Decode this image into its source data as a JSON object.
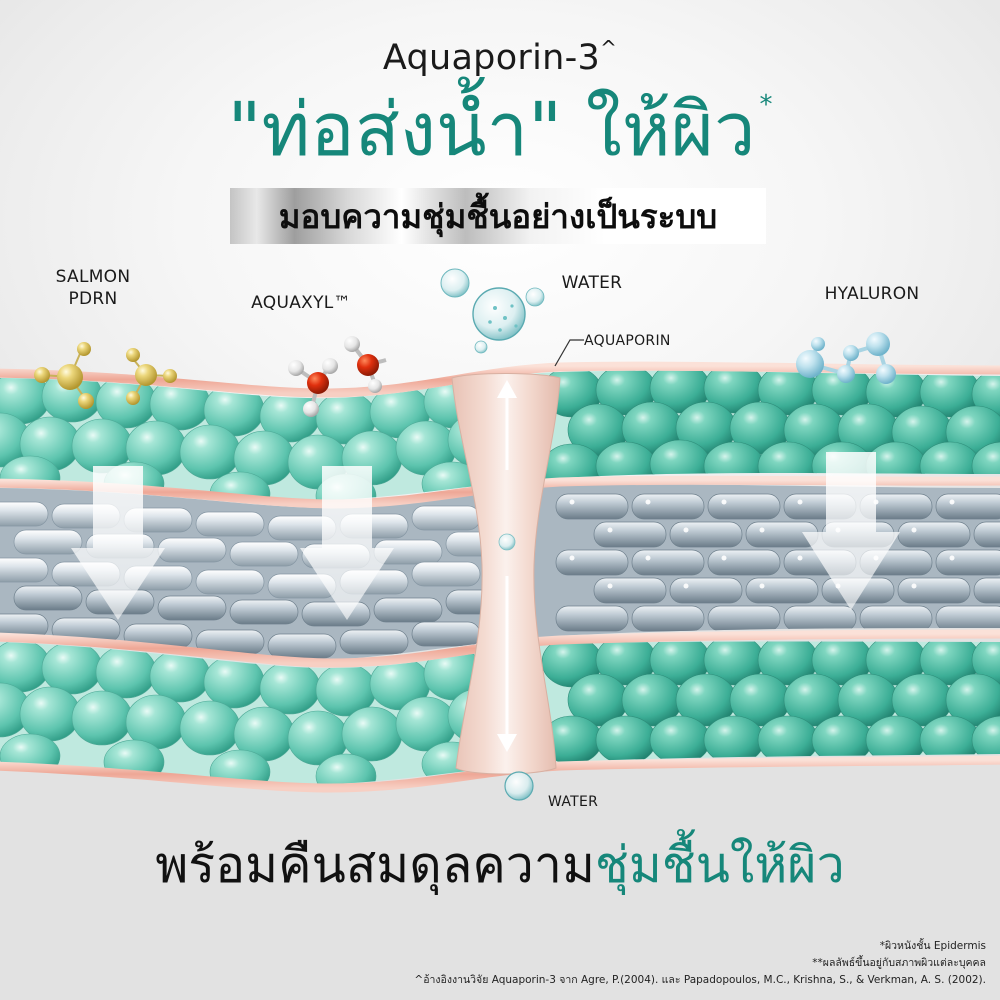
{
  "header": {
    "kicker": "Aquaporin-3",
    "kicker_mark": "^",
    "headline": "\"ท่อส่งน้ำ\" ให้ผิว",
    "headline_mark": "*",
    "banner": "มอบความชุ่มชื้นอย่างเป็นระบบ"
  },
  "labels": {
    "salmon_line1": "SALMON",
    "salmon_line2": "PDRN",
    "aquaxyl": "AQUAXYL™",
    "water_top": "WATER",
    "aquaporin": "AQUAPORIN",
    "hyaluron": "HYALURON",
    "water_bottom": "WATER"
  },
  "illustration": {
    "layers": [
      "stratum-top-teal-cells",
      "stratum-middle-grey-cells",
      "stratum-bottom-teal-cells"
    ],
    "colors": {
      "teal_cell": "#7fd3c0",
      "teal_cell_dark": "#3fae98",
      "grey_cell": "#c9d3dc",
      "membrane": "#f2b5a6",
      "aquaporin": "#f1d3c8",
      "accent": "#16877a"
    }
  },
  "tagline": {
    "dark": "พร้อมคืนสมดุลความ",
    "teal": "ชุ่มชื้นให้ผิว"
  },
  "footnotes": [
    "*ผิวหนังชั้น Epidermis",
    "**ผลลัพธ์ขึ้นอยู่กับสภาพผิวแต่ละบุคคล",
    "^อ้างอิงงานวิจัย Aquaporin-3 จาก Agre, P.(2004). และ Papadopoulos, M.C., Krishna, S., & Verkman, A. S. (2002)."
  ]
}
